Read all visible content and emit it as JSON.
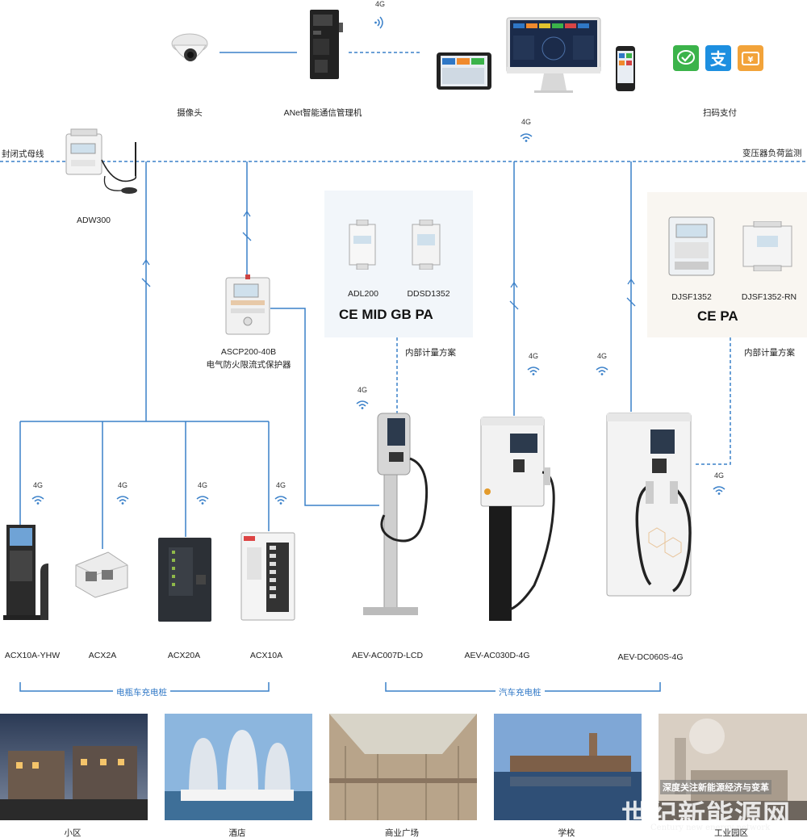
{
  "top": {
    "camera_label": "摄像头",
    "anet_label": "ANet智能通信管理机",
    "pay_label": "扫码支付",
    "net_4g_top": "4G",
    "net_4g_mid": "4G"
  },
  "bus": {
    "left_label": "封闭式母线",
    "right_label": "变压器负荷监测"
  },
  "devices": {
    "adw300": "ADW300",
    "ascp_model": "ASCP200-40B",
    "ascp_name": "电气防火限流式保护器"
  },
  "meter_panel_left": {
    "meter1": "ADL200",
    "meter2": "DDSD1352",
    "certs": "CE MID GB PA",
    "caption": "内部计量方案"
  },
  "meter_panel_right": {
    "meter1": "DJSF1352",
    "meter2": "DJSF1352-RN",
    "certs": "CE PA",
    "caption": "内部计量方案"
  },
  "ebike": {
    "items": [
      "ACX10A-YHW",
      "ACX2A",
      "ACX20A",
      "ACX10A"
    ],
    "group_label": "电瓶车充电桩"
  },
  "car": {
    "items": [
      "AEV-AC007D-LCD",
      "AEV-AC030D-4G",
      "AEV-DC060S-4G"
    ],
    "group_label": "汽车充电桩"
  },
  "net_tag": "4G",
  "scenes": [
    "小区",
    "酒店",
    "商业广场",
    "学校",
    "工业园区"
  ],
  "watermark": {
    "cn": "世纪新能源网",
    "en": "Century new energy network",
    "banner": "深度关注新能源经济与变革"
  },
  "colors": {
    "line_blue": "#3a80c9",
    "label_blue": "#2f77c6",
    "pay_green": "#3bb34a",
    "pay_blue": "#1d8fe0",
    "pay_orange": "#f2a33a"
  }
}
